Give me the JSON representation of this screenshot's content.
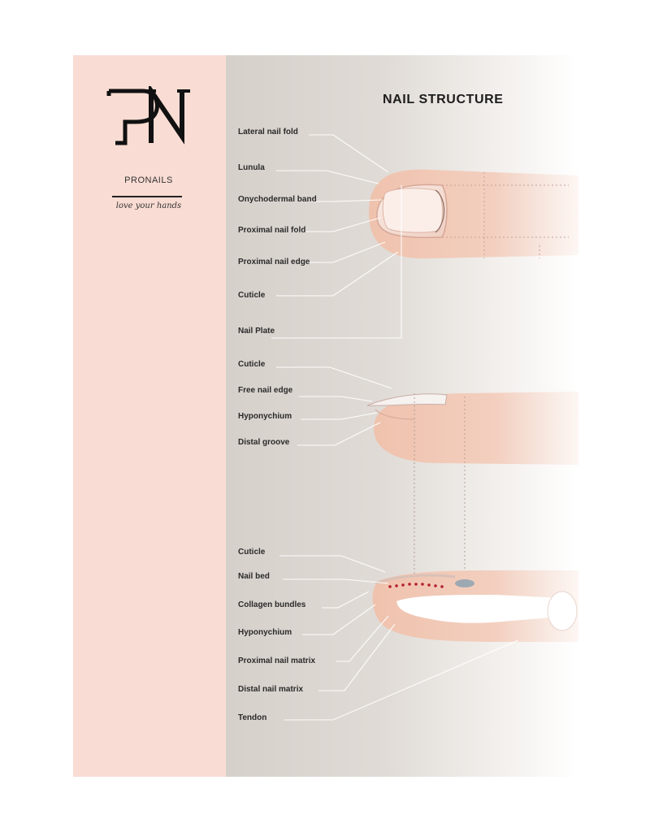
{
  "brand": {
    "logo_letters": "PN",
    "name": "PRONAILS",
    "tagline": "love your hands"
  },
  "title": "NAIL STRUCTURE",
  "labels": [
    "Lateral nail fold",
    "Lunula",
    "Onychodermal band",
    "Proximal nail fold",
    "Proximal nail edge",
    "Cuticle",
    "Nail Plate",
    "Cuticle",
    "Free nail edge",
    "Hyponychium",
    "Distal groove",
    "Cuticle",
    "Nail bed",
    "Collagen bundles",
    "Hyponychium",
    "Proximal nail matrix",
    "Distal nail matrix",
    "Tendon"
  ],
  "colors": {
    "panel_pink": "#f9dcd3",
    "panel_grey": "#d6d0cb",
    "skin": "#f2c9b6",
    "matrix_dots": "#b3202a",
    "leader_lines": "#ffffff"
  }
}
